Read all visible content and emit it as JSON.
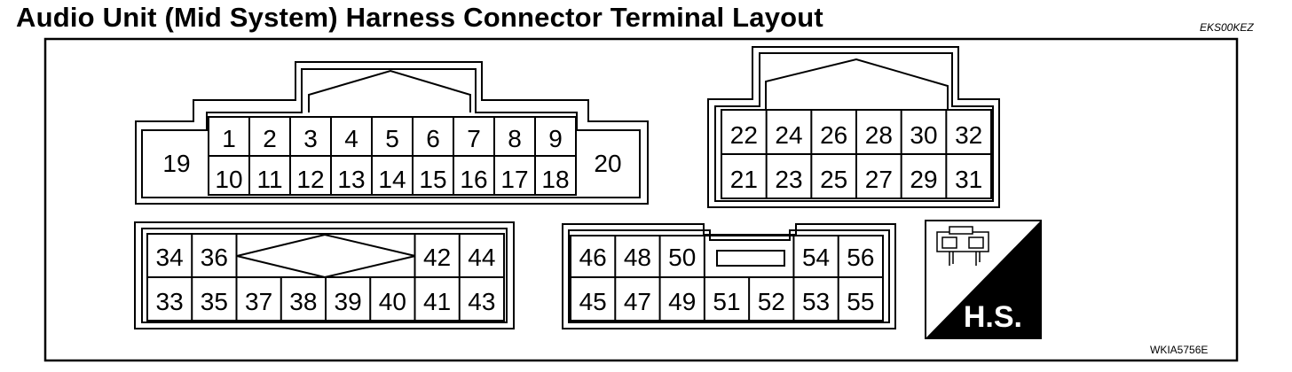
{
  "title": "Audio Unit (Mid System) Harness Connector Terminal Layout",
  "code_top": "EKS00KEZ",
  "code_bottom": "WKIA5756E",
  "hs_label": "H.S.",
  "connector_a": {
    "top_row": [
      "1",
      "2",
      "3",
      "4",
      "5",
      "6",
      "7",
      "8",
      "9"
    ],
    "bottom_row": [
      "10",
      "11",
      "12",
      "13",
      "14",
      "15",
      "16",
      "17",
      "18"
    ],
    "left_pin": "19",
    "right_pin": "20"
  },
  "connector_b": {
    "top_row": [
      "22",
      "24",
      "26",
      "28",
      "30",
      "32"
    ],
    "bottom_row": [
      "21",
      "23",
      "25",
      "27",
      "29",
      "31"
    ]
  },
  "connector_c": {
    "top_left": [
      "34",
      "36"
    ],
    "top_right": [
      "42",
      "44"
    ],
    "bottom_row": [
      "33",
      "35",
      "37",
      "38",
      "39",
      "40",
      "41",
      "43"
    ]
  },
  "connector_d": {
    "top_left": [
      "46",
      "48",
      "50"
    ],
    "top_right": [
      "54",
      "56"
    ],
    "bottom_row": [
      "45",
      "47",
      "49",
      "51",
      "52",
      "53",
      "55"
    ]
  }
}
